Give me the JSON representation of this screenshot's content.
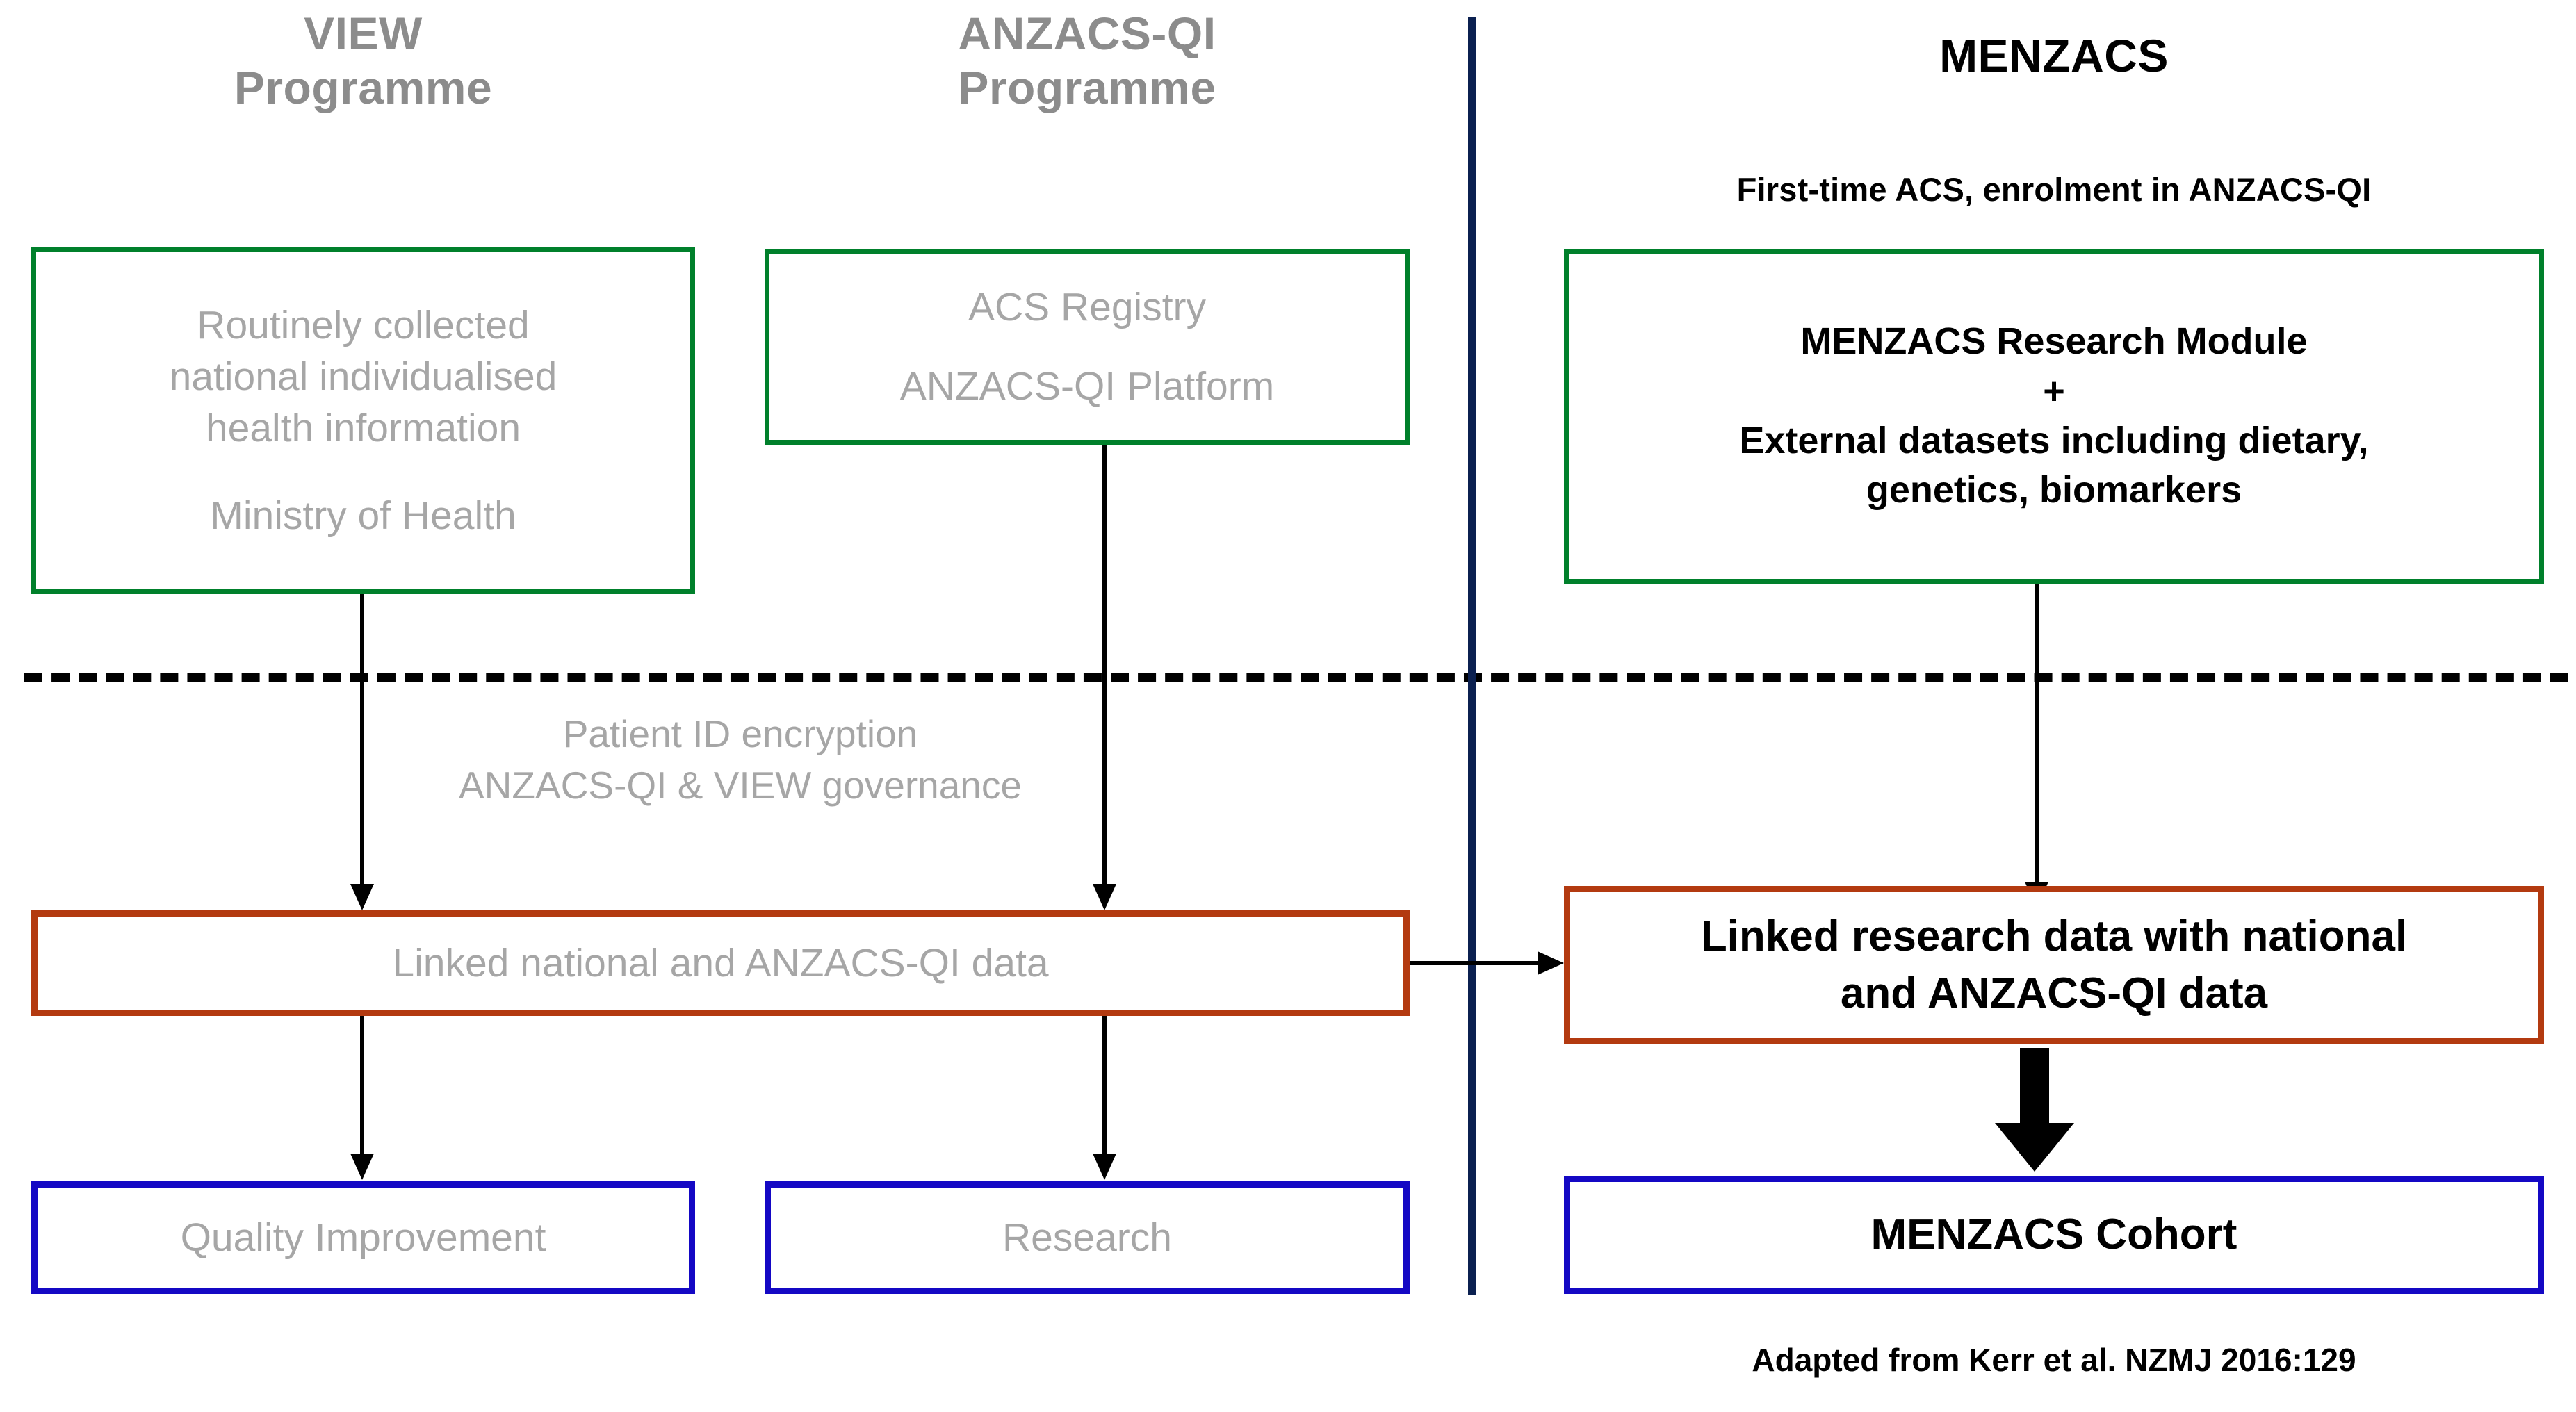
{
  "columns": {
    "view": {
      "title_line1": "VIEW",
      "title_line2": "Programme"
    },
    "anzacs": {
      "title_line1": "ANZACS-QI",
      "title_line2": "Programme"
    },
    "menzacs": {
      "title": "MENZACS",
      "subtitle": "First-time ACS, enrolment in ANZACS-QI"
    }
  },
  "boxes": {
    "view_source": {
      "line1": "Routinely collected",
      "line2": "national individualised",
      "line3": "health information",
      "line4": "Ministry of Health"
    },
    "anzacs_source": {
      "line1": "ACS Registry",
      "line2": "ANZACS-QI Platform"
    },
    "menzacs_module": {
      "line1": "MENZACS Research Module",
      "line2": "+",
      "line3": "External datasets including dietary,",
      "line4": "genetics, biomarkers"
    },
    "linked_left": {
      "line1": "Linked national and ANZACS-QI data"
    },
    "linked_right": {
      "line1": "Linked research data with national",
      "line2": "and ANZACS-QI data"
    },
    "quality_improvement": {
      "line1": "Quality Improvement"
    },
    "research": {
      "line1": "Research"
    },
    "menzacs_cohort": {
      "line1": "MENZACS Cohort"
    }
  },
  "captions": {
    "governance_line1": "Patient ID encryption",
    "governance_line2": "ANZACS-QI & VIEW governance"
  },
  "footer": {
    "attribution": "Adapted from Kerr et al. NZMJ 2016:129"
  },
  "colors": {
    "green_border": "#00802b",
    "orange_border": "#b33a10",
    "blue_border": "#1408c4",
    "navy_divider": "#0b2050",
    "grey_text": "#a6a6a6",
    "black_text": "#000000",
    "grey_heading": "#8c8c8c"
  }
}
